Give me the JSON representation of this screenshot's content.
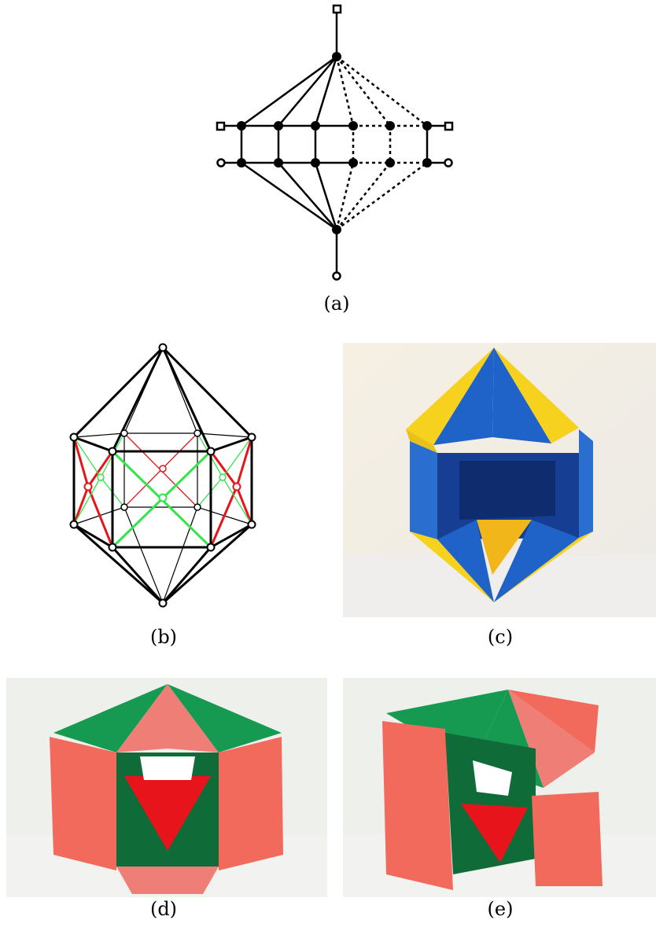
{
  "figure": {
    "panels": [
      {
        "id": "a",
        "label": "(a)",
        "content": "graph diagram"
      },
      {
        "id": "b",
        "label": "(b)",
        "content": "polyhedron wireframe with colored edges"
      },
      {
        "id": "c",
        "label": "(c)",
        "content": "photo of yellow/blue puzzle-piece polyhedron"
      },
      {
        "id": "d",
        "label": "(d)",
        "content": "photo of red/green puzzle-piece polyhedron, front"
      },
      {
        "id": "e",
        "label": "(e)",
        "content": "photo of red/green puzzle-piece polyhedron, side"
      }
    ],
    "colors": {
      "ink": "#000000",
      "red_edge": "#e8141b",
      "green_edge": "#33e54a",
      "yellow": "#f6d21e",
      "blue": "#1f63c8",
      "dark_blue": "#163f93",
      "salmon": "#f26a5c",
      "pink": "#ef7f76",
      "green": "#169a52",
      "dark_green": "#0f6b38",
      "bg_photo": "#f2f1ec"
    }
  }
}
